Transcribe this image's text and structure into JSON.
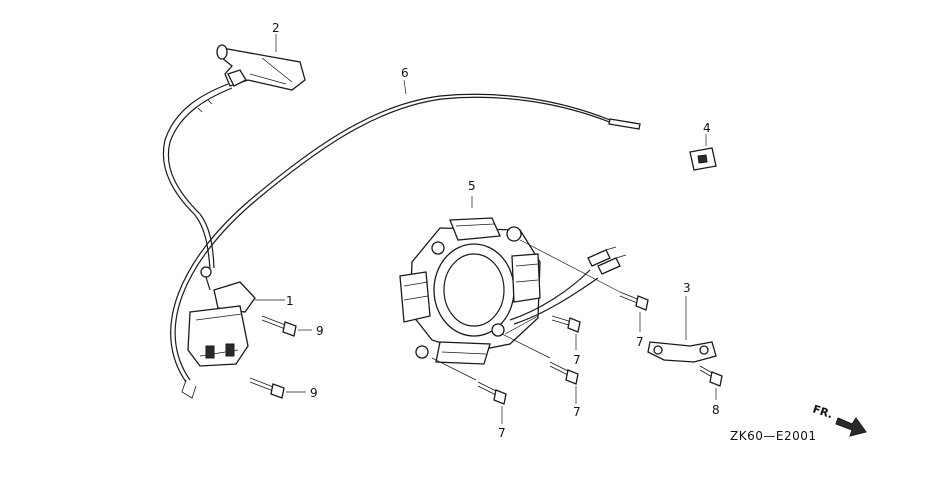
{
  "callouts": {
    "c1": "1",
    "c2": "2",
    "c3": "3",
    "c4": "4",
    "c5": "5",
    "c6": "6",
    "c7a": "7",
    "c7b": "7",
    "c7c": "7",
    "c7d": "7",
    "c8": "8",
    "c9a": "9",
    "c9b": "9"
  },
  "diagram_code": "ZK60—E2001",
  "direction_label": "FR."
}
